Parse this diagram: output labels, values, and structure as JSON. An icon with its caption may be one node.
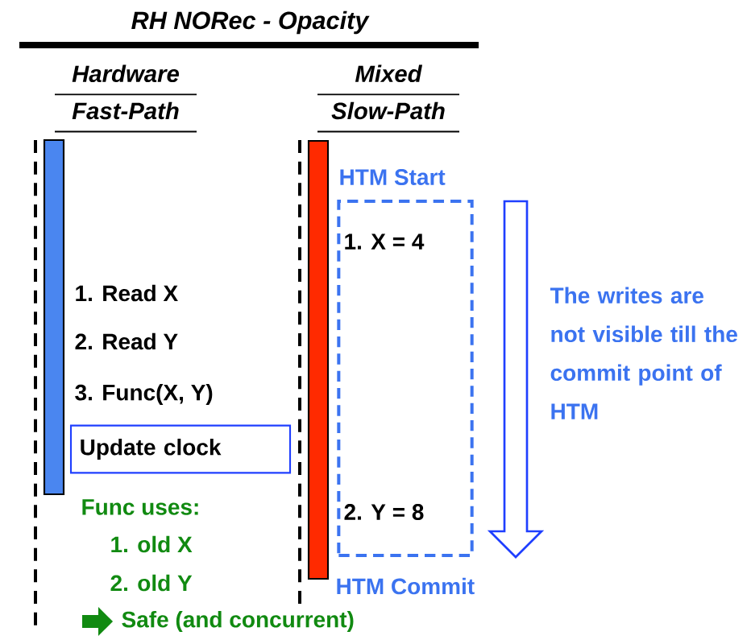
{
  "diagram": {
    "title": "RH NORec - Opacity",
    "nodes": [
      {
        "text": [],
        "shape": "bar"
      },
      {
        "text": [
          "Update clock"
        ]
      },
      {
        "text": [],
        "shape": "bar"
      },
      {
        "text": [
          "1. X = 4",
          "2. Y = 8"
        ],
        "beside": [
          "HTM Start",
          "HTM Commit"
        ]
      }
    ],
    "labels": [
      "Hardware Fast-Path",
      "Mixed Slow-Path",
      "1. Read X",
      "2. Read Y",
      "3. Func(X, Y)",
      "Func uses:",
      "1. old X",
      "2. old Y",
      "Safe (and concurrent)",
      "The writes are not visible till the commit point of HTM"
    ]
  }
}
